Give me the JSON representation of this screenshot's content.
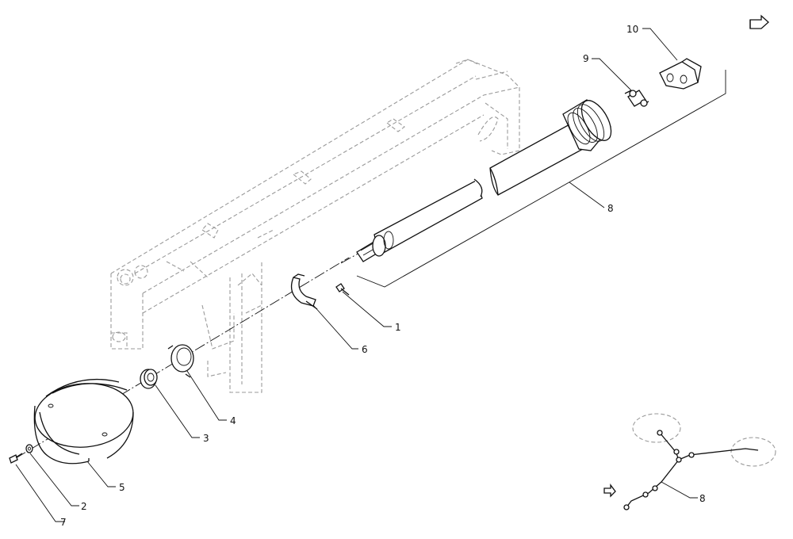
{
  "callouts": {
    "c1": "1",
    "c2": "2",
    "c3": "3",
    "c4": "4",
    "c5": "5",
    "c6": "6",
    "c7": "7",
    "c8": "8",
    "c9": "9",
    "c10": "10",
    "c8_inset": "8"
  },
  "icons": {
    "nav_top": "page-turn-arrow-icon",
    "nav_inset": "direction-arrow-icon"
  }
}
